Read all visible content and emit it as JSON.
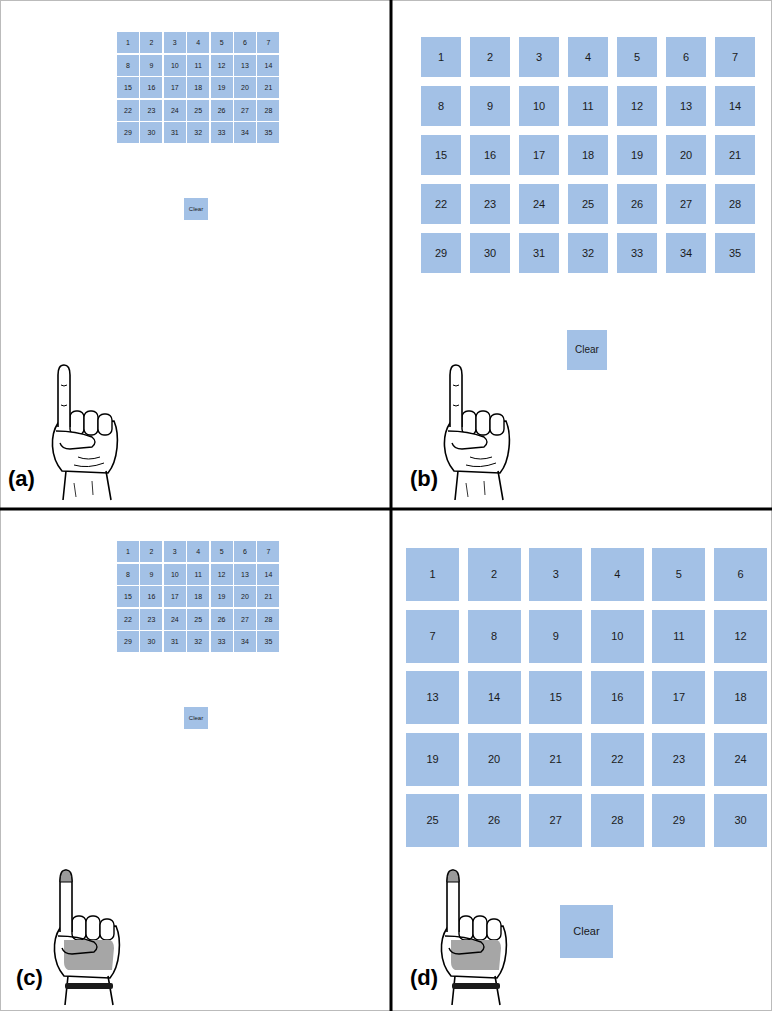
{
  "diagram": {
    "nodes": [
      {
        "text": [
          "(a)"
        ]
      },
      {
        "text": [
          "1"
        ],
        "in": 0
      },
      {
        "text": [
          "2"
        ],
        "in": 0
      },
      {
        "text": [
          "3"
        ],
        "in": 0
      },
      {
        "text": [
          "4"
        ],
        "in": 0
      },
      {
        "text": [
          "5"
        ],
        "in": 0
      },
      {
        "text": [
          "6"
        ],
        "in": 0
      },
      {
        "text": [
          "7"
        ],
        "in": 0
      },
      {
        "text": [
          "8"
        ],
        "in": 0
      },
      {
        "text": [
          "9"
        ],
        "in": 0
      },
      {
        "text": [
          "10"
        ],
        "in": 0
      },
      {
        "text": [
          "11"
        ],
        "in": 0
      },
      {
        "text": [
          "12"
        ],
        "in": 0
      },
      {
        "text": [
          "13"
        ],
        "in": 0
      },
      {
        "text": [
          "14"
        ],
        "in": 0
      },
      {
        "text": [
          "15"
        ],
        "in": 0
      },
      {
        "text": [
          "16"
        ],
        "in": 0
      },
      {
        "text": [
          "17"
        ],
        "in": 0
      },
      {
        "text": [
          "18"
        ],
        "in": 0
      },
      {
        "text": [
          "19"
        ],
        "in": 0
      },
      {
        "text": [
          "20"
        ],
        "in": 0
      },
      {
        "text": [
          "21"
        ],
        "in": 0
      },
      {
        "text": [
          "22"
        ],
        "in": 0
      },
      {
        "text": [
          "23"
        ],
        "in": 0
      },
      {
        "text": [
          "24"
        ],
        "in": 0
      },
      {
        "text": [
          "25"
        ],
        "in": 0
      },
      {
        "text": [
          "26"
        ],
        "in": 0
      },
      {
        "text": [
          "27"
        ],
        "in": 0
      },
      {
        "text": [
          "28"
        ],
        "in": 0
      },
      {
        "text": [
          "29"
        ],
        "in": 0
      },
      {
        "text": [
          "30"
        ],
        "in": 0
      },
      {
        "text": [
          "31"
        ],
        "in": 0
      },
      {
        "text": [
          "32"
        ],
        "in": 0
      },
      {
        "text": [
          "33"
        ],
        "in": 0
      },
      {
        "text": [
          "34"
        ],
        "in": 0
      },
      {
        "text": [
          "35"
        ],
        "in": 0
      },
      {
        "text": [
          "Clear"
        ],
        "in": 0
      },
      {
        "text": [
          "(b)"
        ]
      },
      {
        "text": [
          "1"
        ],
        "in": 37
      },
      {
        "text": [
          "2"
        ],
        "in": 37
      },
      {
        "text": [
          "3"
        ],
        "in": 37
      },
      {
        "text": [
          "4"
        ],
        "in": 37
      },
      {
        "text": [
          "5"
        ],
        "in": 37
      },
      {
        "text": [
          "6"
        ],
        "in": 37
      },
      {
        "text": [
          "7"
        ],
        "in": 37
      },
      {
        "text": [
          "8"
        ],
        "in": 37
      },
      {
        "text": [
          "9"
        ],
        "in": 37
      },
      {
        "text": [
          "10"
        ],
        "in": 37
      },
      {
        "text": [
          "11"
        ],
        "in": 37
      },
      {
        "text": [
          "12"
        ],
        "in": 37
      },
      {
        "text": [
          "13"
        ],
        "in": 37
      },
      {
        "text": [
          "14"
        ],
        "in": 37
      },
      {
        "text": [
          "15"
        ],
        "in": 37
      },
      {
        "text": [
          "16"
        ],
        "in": 37
      },
      {
        "text": [
          "17"
        ],
        "in": 37
      },
      {
        "text": [
          "18"
        ],
        "in": 37
      },
      {
        "text": [
          "19"
        ],
        "in": 37
      },
      {
        "text": [
          "20"
        ],
        "in": 37
      },
      {
        "text": [
          "21"
        ],
        "in": 37
      },
      {
        "text": [
          "22"
        ],
        "in": 37
      },
      {
        "text": [
          "23"
        ],
        "in": 37
      },
      {
        "text": [
          "24"
        ],
        "in": 37
      },
      {
        "text": [
          "25"
        ],
        "in": 37
      },
      {
        "text": [
          "26"
        ],
        "in": 37
      },
      {
        "text": [
          "27"
        ],
        "in": 37
      },
      {
        "text": [
          "28"
        ],
        "in": 37
      },
      {
        "text": [
          "29"
        ],
        "in": 37
      },
      {
        "text": [
          "30"
        ],
        "in": 37
      },
      {
        "text": [
          "31"
        ],
        "in": 37
      },
      {
        "text": [
          "32"
        ],
        "in": 37
      },
      {
        "text": [
          "33"
        ],
        "in": 37
      },
      {
        "text": [
          "34"
        ],
        "in": 37
      },
      {
        "text": [
          "35"
        ],
        "in": 37
      },
      {
        "text": [
          "Clear"
        ],
        "in": 37
      },
      {
        "text": [
          "(c)"
        ]
      },
      {
        "text": [
          "1"
        ],
        "in": 74
      },
      {
        "text": [
          "2"
        ],
        "in": 74
      },
      {
        "text": [
          "3"
        ],
        "in": 74
      },
      {
        "text": [
          "4"
        ],
        "in": 74
      },
      {
        "text": [
          "5"
        ],
        "in": 74
      },
      {
        "text": [
          "6"
        ],
        "in": 74
      },
      {
        "text": [
          "7"
        ],
        "in": 74
      },
      {
        "text": [
          "8"
        ],
        "in": 74
      },
      {
        "text": [
          "9"
        ],
        "in": 74
      },
      {
        "text": [
          "10"
        ],
        "in": 74
      },
      {
        "text": [
          "11"
        ],
        "in": 74
      },
      {
        "text": [
          "12"
        ],
        "in": 74
      },
      {
        "text": [
          "13"
        ],
        "in": 74
      },
      {
        "text": [
          "14"
        ],
        "in": 74
      },
      {
        "text": [
          "15"
        ],
        "in": 74
      },
      {
        "text": [
          "16"
        ],
        "in": 74
      },
      {
        "text": [
          "17"
        ],
        "in": 74
      },
      {
        "text": [
          "18"
        ],
        "in": 74
      },
      {
        "text": [
          "19"
        ],
        "in": 74
      },
      {
        "text": [
          "20"
        ],
        "in": 74
      },
      {
        "text": [
          "21"
        ],
        "in": 74
      },
      {
        "text": [
          "22"
        ],
        "in": 74
      },
      {
        "text": [
          "23"
        ],
        "in": 74
      },
      {
        "text": [
          "24"
        ],
        "in": 74
      },
      {
        "text": [
          "25"
        ],
        "in": 74
      },
      {
        "text": [
          "26"
        ],
        "in": 74
      },
      {
        "text": [
          "27"
        ],
        "in": 74
      },
      {
        "text": [
          "28"
        ],
        "in": 74
      },
      {
        "text": [
          "29"
        ],
        "in": 74
      },
      {
        "text": [
          "30"
        ],
        "in": 74
      },
      {
        "text": [
          "31"
        ],
        "in": 74
      },
      {
        "text": [
          "32"
        ],
        "in": 74
      },
      {
        "text": [
          "33"
        ],
        "in": 74
      },
      {
        "text": [
          "34"
        ],
        "in": 74
      },
      {
        "text": [
          "35"
        ],
        "in": 74
      },
      {
        "text": [
          "Clear"
        ],
        "in": 74
      },
      {
        "text": [
          "(d)"
        ]
      },
      {
        "text": [
          "1"
        ],
        "in": 111
      },
      {
        "text": [
          "2"
        ],
        "in": 111
      },
      {
        "text": [
          "3"
        ],
        "in": 111
      },
      {
        "text": [
          "4"
        ],
        "in": 111
      },
      {
        "text": [
          "5"
        ],
        "in": 111
      },
      {
        "text": [
          "6"
        ],
        "in": 111
      },
      {
        "text": [
          "7"
        ],
        "in": 111
      },
      {
        "text": [
          "8"
        ],
        "in": 111
      },
      {
        "text": [
          "9"
        ],
        "in": 111
      },
      {
        "text": [
          "10"
        ],
        "in": 111
      },
      {
        "text": [
          "11"
        ],
        "in": 111
      },
      {
        "text": [
          "12"
        ],
        "in": 111
      },
      {
        "text": [
          "13"
        ],
        "in": 111
      },
      {
        "text": [
          "14"
        ],
        "in": 111
      },
      {
        "text": [
          "15"
        ],
        "in": 111
      },
      {
        "text": [
          "16"
        ],
        "in": 111
      },
      {
        "text": [
          "17"
        ],
        "in": 111
      },
      {
        "text": [
          "18"
        ],
        "in": 111
      },
      {
        "text": [
          "19"
        ],
        "in": 111
      },
      {
        "text": [
          "20"
        ],
        "in": 111
      },
      {
        "text": [
          "21"
        ],
        "in": 111
      },
      {
        "text": [
          "22"
        ],
        "in": 111
      },
      {
        "text": [
          "23"
        ],
        "in": 111
      },
      {
        "text": [
          "24"
        ],
        "in": 111
      },
      {
        "text": [
          "25"
        ],
        "in": 111
      },
      {
        "text": [
          "26"
        ],
        "in": 111
      },
      {
        "text": [
          "27"
        ],
        "in": 111
      },
      {
        "text": [
          "28"
        ],
        "in": 111
      },
      {
        "text": [
          "29"
        ],
        "in": 111
      },
      {
        "text": [
          "30"
        ],
        "in": 111
      },
      {
        "text": [
          "Clear"
        ],
        "in": 111
      }
    ]
  }
}
